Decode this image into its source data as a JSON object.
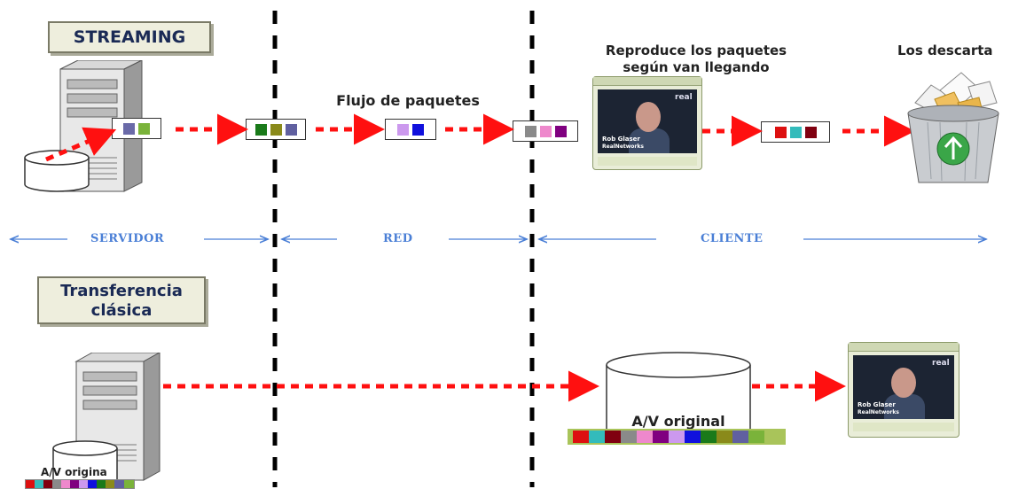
{
  "streaming": {
    "title": "STREAMING",
    "flow_label": "Flujo de paquetes",
    "client_label_line1": "Reproduce los paquetes",
    "client_label_line2": "según van llegando",
    "discard_label": "Los descarta"
  },
  "zones": {
    "server": "SERVIDOR",
    "network": "RED",
    "client": "CLIENTE"
  },
  "classic": {
    "title_line1": "Transferencia",
    "title_line2": "clásica",
    "server_disk_label": "A/V origina",
    "client_disk_label": "A/V original"
  },
  "player": {
    "logo": "real",
    "person_line1": "Rob Glaser",
    "person_line2": "RealNetworks"
  },
  "colors": {
    "arrow": "#ff1010",
    "divider": "#000000",
    "zone_text": "#4a7fd6",
    "packet_server": [
      "#6a6aa8",
      "#7ab33a"
    ],
    "packet_net1": [
      "#1a7a1a",
      "#8a8a1a",
      "#6060a0"
    ],
    "packet_net2": [
      "#cc99ee",
      "#1010dd"
    ],
    "packet_client": [
      "#8a8a8a",
      "#ee88cc",
      "#800080"
    ],
    "packet_discard": [
      "#dd1010",
      "#33bbbb",
      "#800010"
    ],
    "av_strip": [
      "#dd1010",
      "#33bbbb",
      "#800010",
      "#8a8a8a",
      "#ee88cc",
      "#800080",
      "#cc99ee",
      "#1010dd",
      "#1a7a1a",
      "#8a8a1a",
      "#6060a0",
      "#7ab33a"
    ]
  },
  "icons": [
    "server-tower-icon",
    "disk-cylinder-icon",
    "media-player-icon",
    "recycle-bin-icon"
  ]
}
